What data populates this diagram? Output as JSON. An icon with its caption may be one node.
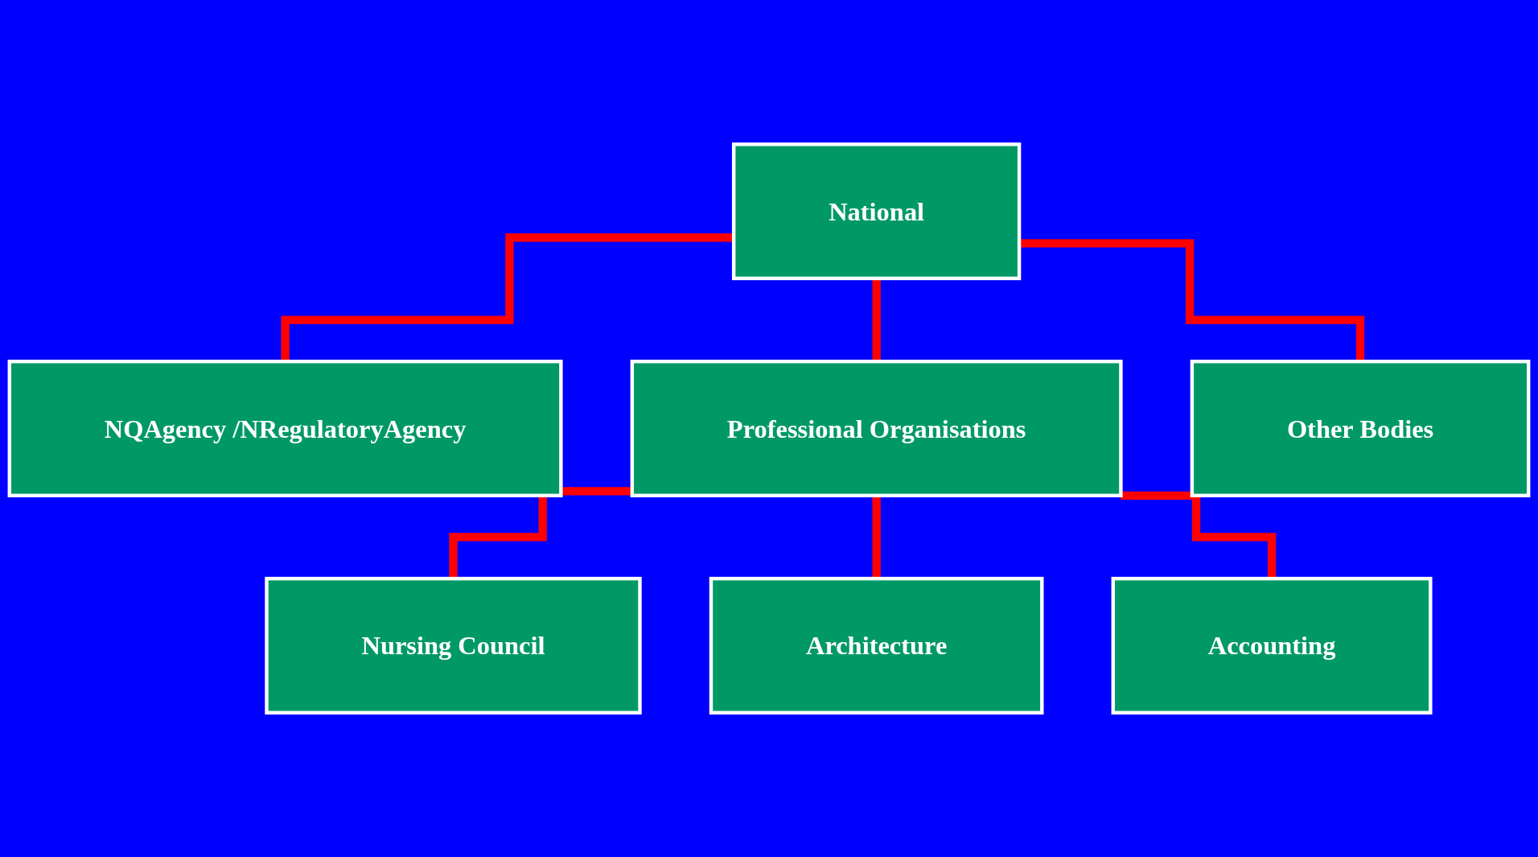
{
  "diagram": {
    "nodes": [
      {
        "text": [
          "National"
        ]
      },
      {
        "text": [
          "NQAgency /NRegulatoryAgency"
        ]
      },
      {
        "text": [
          "Professional Organisations"
        ]
      },
      {
        "text": [
          "Other Bodies"
        ]
      },
      {
        "text": [
          "Nursing Council"
        ]
      },
      {
        "text": [
          "Architecture"
        ]
      },
      {
        "text": [
          "Accounting"
        ]
      }
    ],
    "edges": [
      {
        "from": 0,
        "to": 1,
        "arrow": "none"
      },
      {
        "from": 0,
        "to": 2,
        "arrow": "none"
      },
      {
        "from": 0,
        "to": 3,
        "arrow": "none"
      },
      {
        "from": 2,
        "to": 4,
        "arrow": "none"
      },
      {
        "from": 2,
        "to": 5,
        "arrow": "none"
      },
      {
        "from": 2,
        "to": 6,
        "arrow": "none"
      }
    ]
  }
}
